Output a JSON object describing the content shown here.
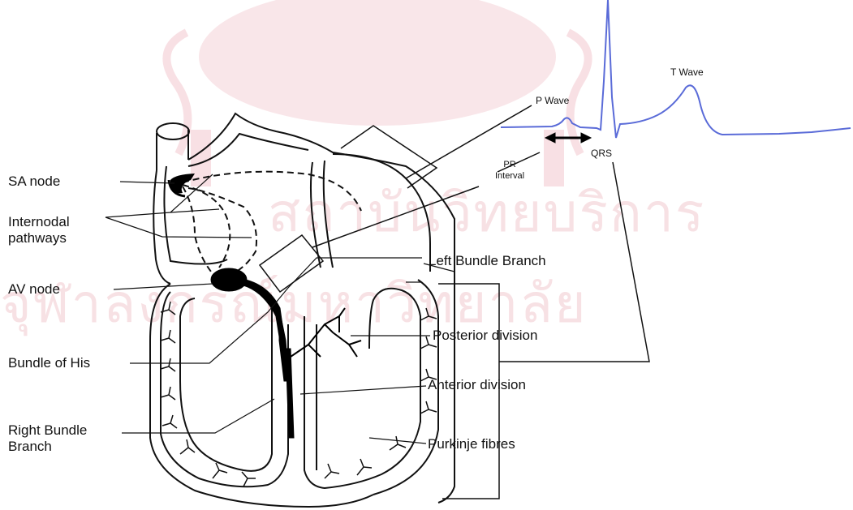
{
  "watermark": {
    "line1": "สถาบันวิทยบริการ",
    "line2": "จุฬาลงกรณ์มหาวิทยาลัย",
    "seal_color": "#f4cdd3"
  },
  "ecg": {
    "color": "#5a6bd8",
    "labels": {
      "p_wave": "P Wave",
      "t_wave": "T Wave",
      "qrs": "QRS",
      "pr_interval": "PR\nInterval"
    }
  },
  "labels": {
    "sa_node": "SA node",
    "internodal": "Internodal\npathways",
    "av_node": "AV node",
    "bundle_of_his": "Bundle of His",
    "right_bundle_branch": "Right Bundle\nBranch",
    "left_bundle_branch": "Left Bundle Branch",
    "posterior_division": "Posterior division",
    "anterior_division": "Anterior division",
    "purkinje_fibres": "Purkinje fibres"
  },
  "colors": {
    "ink": "#111111",
    "node_fill": "#000000"
  }
}
